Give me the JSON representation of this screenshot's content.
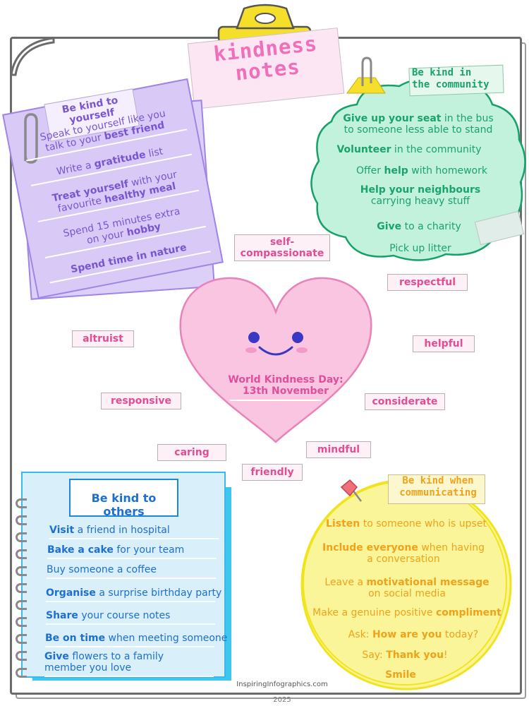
{
  "title": {
    "line1": "kindness",
    "line2": "notes"
  },
  "yourself": {
    "tag_line1": "Be kind to",
    "tag_line2": "yourself",
    "items": [
      {
        "line1_pre": "Speak to yourself like you",
        "line1_bold": "",
        "line2_pre": "talk to your ",
        "line2_bold": "best friend"
      },
      {
        "line1_pre": "Write a ",
        "line1_bold": "gratitude",
        "line1_post": " list"
      },
      {
        "line1_bold": "Treat yourself",
        "line1_post": " with your",
        "line2_pre": "favourite ",
        "line2_bold": "healthy meal"
      },
      {
        "line1_pre": "Spend 15 minutes extra",
        "line2_pre": "on your ",
        "line2_bold": "hobby"
      },
      {
        "line1_bold": "Spend time in nature"
      }
    ]
  },
  "community": {
    "tag_line1": "Be  kind  in",
    "tag_line2": "the  community",
    "items": [
      {
        "bold": "Give up your seat",
        "rest": " in the bus",
        "line2": "to someone less able to stand"
      },
      {
        "bold": "Volunteer",
        "rest": " in the community"
      },
      {
        "pre": "Offer ",
        "bold": "help",
        "rest": " with homework"
      },
      {
        "bold": "Help your neighbours",
        "line2": "carrying heavy stuff"
      },
      {
        "bold": "Give",
        "rest": " to a charity"
      },
      {
        "rest": "Pick up litter"
      }
    ]
  },
  "heart": {
    "line1": "World Kindness Day:",
    "line2": "13th November"
  },
  "words": {
    "self_compassionate_1": "self-",
    "self_compassionate_2": "compassionate",
    "respectful": "respectful",
    "altruist": "altruist",
    "helpful": "helpful",
    "responsive": "responsive",
    "considerate": "considerate",
    "caring": "caring",
    "mindful": "mindful",
    "friendly": "friendly"
  },
  "others": {
    "title": "Be kind to others",
    "items": [
      {
        "bold": "Visit",
        "rest": " a friend in hospital"
      },
      {
        "bold": "Bake a cake",
        "rest": " for your team"
      },
      {
        "bold": "",
        "rest": "Buy someone a coffee"
      },
      {
        "bold": "Organise",
        "rest": " a surprise birthday party"
      },
      {
        "bold": "Share",
        "rest": " your course notes"
      },
      {
        "bold": "Be on time",
        "rest": " when meeting someone"
      },
      {
        "bold": "Give",
        "rest": " flowers to a family",
        "line2": "member you love"
      }
    ]
  },
  "communicating": {
    "tag_line1": "Be  kind  when",
    "tag_line2": "communicating",
    "items": [
      {
        "bold": "Listen",
        "rest": " to someone who is upset"
      },
      {
        "bold": "Include everyone",
        "rest": " when having",
        "line2": "a conversation"
      },
      {
        "pre": "Leave a ",
        "bold": "motivational message",
        "line2": "on social media"
      },
      {
        "pre": "Make a genuine positive ",
        "bold": "compliment"
      },
      {
        "pre": "Ask: ",
        "bold": "How are you",
        "rest": " today?"
      },
      {
        "pre": "Say: ",
        "bold": "Thank you",
        "rest": "!"
      },
      {
        "bold": "Smile"
      }
    ]
  },
  "footer": {
    "site": "InspiringInfographics.com",
    "year": "2025"
  },
  "colors": {
    "title_pink": "#f06fbb",
    "purple": "#7a55d2",
    "green": "#1aa36b",
    "heart_pink": "#f9c5e0",
    "word_pink": "#e24d93",
    "blue": "#1e6fd3",
    "yellow": "#f0a21a"
  },
  "icons": [
    "clipboard-clip-icon",
    "paperclip-icon",
    "pushpin-icon",
    "smiley-face-icon"
  ]
}
